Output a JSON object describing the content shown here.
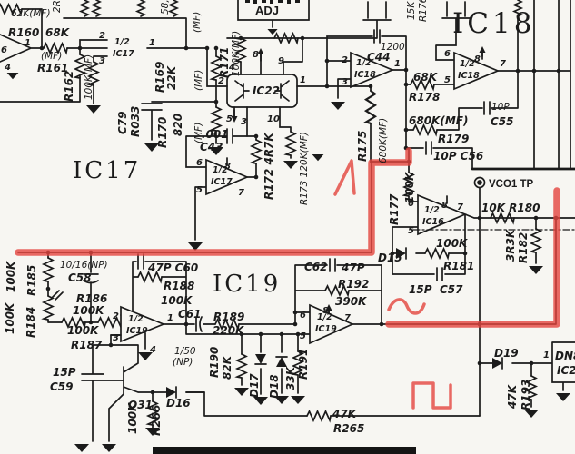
{
  "colors": {
    "ink": "#1b1b1b",
    "paper": "#f7f6f2",
    "highlight_red": "#e4453e"
  },
  "annotations": {
    "highlighted_trace_1": "red marker trace through R175/R177 node to IC19 input rail",
    "highlighted_trace_2": "red marker trace from VCO output line down to square-wave rail",
    "waveform_symbols": [
      "sawtooth",
      "sine",
      "square"
    ]
  },
  "t": {
    "big_ic17": "IC17",
    "big_ic18": "IC18",
    "big_ic19": "IC19",
    "v62k": "62K(MF)",
    "r160": "R160",
    "v68k_r161": "68K",
    "mf_r161": "(MF)",
    "r161": "R161",
    "r162": "R162",
    "v100kmf_a": "100K(MF)",
    "r169": "R169",
    "v22k": "22K",
    "mf_r169": "(MF)",
    "c79": "C79",
    "r033": "R033",
    "r170": "R170",
    "v820": "820",
    "mf_r170": "(MF)",
    "v2r": "2R",
    "v58": "58,",
    "mf_top": "(MF)",
    "adj": "ADJ",
    "r171": "R171",
    "v100kmf_b": "100K(MF)",
    "ic22": "IC22",
    "v001": ".001",
    "c43": "C43",
    "r172": "R172 4R7K",
    "r173": "R173 120K(MF)",
    "v1200": "1200",
    "c44": "C44",
    "v15k": "15K",
    "r176": "R176",
    "r175": "R175",
    "v680kmf_a": "680K(MF)",
    "v68k_r178": "68K",
    "r178": "R178",
    "v680kmf_b": "680K(MF)",
    "r179": "R179",
    "v10p_c55": "10P",
    "c55": "C55",
    "v10p_c56": "10P C56",
    "r177": "R177",
    "v100k_r177": "100K",
    "vco1_tp": "VCO1 TP",
    "v10k_r180": "10K R180",
    "v3r3k": "3R3K",
    "r182": "R182",
    "d15": "D15",
    "v100k_r181": "100K",
    "r181": "R181",
    "v15p_c57": "15P",
    "c57": "C57",
    "v100k_r185": "100K",
    "r185": "R185",
    "v100k_r184": "100K",
    "r184": "R184",
    "v1016np": "10/16(NP)",
    "c58": "C58",
    "r186": "R186",
    "v100k_r186": "100K",
    "v100k_r187": "100K",
    "r187": "R187",
    "v47p_c60": "47P C60",
    "r188": "R188",
    "v100k_r188": "100K",
    "c61": "C61",
    "v150np_a": "1/50",
    "v150np_b": "(NP)",
    "r189": "R189",
    "v220k": "220K",
    "v15p_c59": "15P",
    "c59": "C59",
    "q31": "Q31",
    "d16": "D16",
    "v100k_r266": "100K",
    "r266": "R266",
    "r190": "R190",
    "v82k": "82K",
    "d17": "D17",
    "d18": "D18",
    "v33k": "33K",
    "r191": "R191",
    "c62": "C62",
    "v47p_c62": "47P",
    "r192": "R192",
    "v390k": "390K",
    "v47k_r265": "47K",
    "r265": "R265",
    "d19": "D19",
    "v47k_r193": "47K",
    "r193": "R193",
    "dn8": "DN8",
    "ic2_part": "IC2",
    "oa1_p6": "6",
    "oa1_p1": "1",
    "oa1_p4": "4",
    "oa2_half": "1/2",
    "oa2_name": "IC17",
    "oa2_p2": "2",
    "oa2_p3": "3",
    "oa2_p1": "1",
    "oa3_half": "1/2",
    "oa3_name": "IC17",
    "oa3_p6": "6",
    "oa3_p5": "5",
    "oa3_p8": "8",
    "oa3_p7": "7",
    "oa4_half": "1/2",
    "oa4_name": "IC18",
    "oa4_p2": "2",
    "oa4_p3": "3",
    "oa4_p1": "1",
    "oa5_half": "1/2",
    "oa5_name": "IC18",
    "oa5_p6": "6",
    "oa5_p5": "5",
    "oa5_p8": "8",
    "oa5_p7": "7",
    "oa6_half": "1/2",
    "oa6_name": "IC16",
    "oa6_p6": "6",
    "oa6_p5": "5",
    "oa6_p8": "8",
    "oa6_p7": "7",
    "oa7_half": "1/2",
    "oa7_name": "IC19",
    "oa7_p2": "2",
    "oa7_p3": "3",
    "oa7_p1": "1",
    "oa7_p4": "4",
    "oa8_half": "1/2",
    "oa8_name": "IC19",
    "oa8_p6": "6",
    "oa8_p5": "5",
    "oa8_p8": "8",
    "oa8_p7": "7",
    "ic22_p2": "2",
    "ic22_p4": "4",
    "ic22_p8": "8",
    "ic22_p9": "9",
    "ic22_p1": "1",
    "ic22_p5": "5",
    "ic22_p3": "3",
    "ic22_p10": "10",
    "dn8_p1": "1"
  }
}
